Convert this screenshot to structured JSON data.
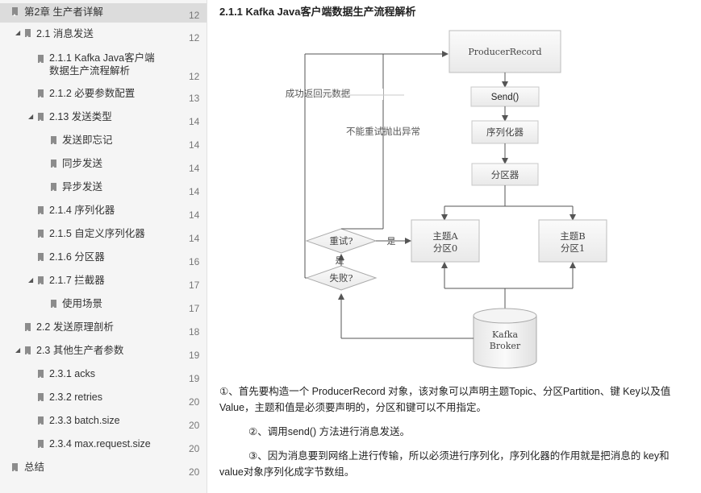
{
  "toc": {
    "items": [
      {
        "label": "第2章 生产者详解",
        "page": "12"
      },
      {
        "label": "2.1 消息发送",
        "page": "12"
      },
      {
        "label": "2.1.1 Kafka Java客户端",
        "label2": "数据生产流程解析",
        "page": "12"
      },
      {
        "label": "2.1.2 必要参数配置",
        "page": "13"
      },
      {
        "label": "2.13 发送类型",
        "page": "14"
      },
      {
        "label": "发送即忘记",
        "page": "14"
      },
      {
        "label": "同步发送",
        "page": "14"
      },
      {
        "label": "异步发送",
        "page": "14"
      },
      {
        "label": "2.1.4 序列化器",
        "page": "14"
      },
      {
        "label": "2.1.5 自定义序列化器",
        "page": "14"
      },
      {
        "label": "2.1.6 分区器",
        "page": "16"
      },
      {
        "label": "2.1.7 拦截器",
        "page": "17"
      },
      {
        "label": "使用场景",
        "page": "17"
      },
      {
        "label": "2.2 发送原理剖析",
        "page": "18"
      },
      {
        "label": "2.3 其他生产者参数",
        "page": "19"
      },
      {
        "label": "2.3.1 acks",
        "page": "19"
      },
      {
        "label": "2.3.2 retries",
        "page": "20"
      },
      {
        "label": "2.3.3 batch.size",
        "page": "20"
      },
      {
        "label": "2.3.4 max.request.size",
        "page": "20"
      },
      {
        "label": "总结",
        "page": "20"
      }
    ]
  },
  "main": {
    "heading": "2.1.1 Kafka Java客户端数据生产流程解析",
    "diagram": {
      "producer_record": "ProducerRecord",
      "send": "Send()",
      "serializer": "序列化器",
      "partitioner": "分区器",
      "topic_a_line1": "主题A",
      "topic_a_line2": "分区0",
      "topic_b_line1": "主题B",
      "topic_b_line2": "分区1",
      "retry": "重试?",
      "yes1": "是",
      "yes2": "是",
      "fail": "失败?",
      "broker_line1": "Kafka",
      "broker_line2": "Broker",
      "success_label": "成功返回元数据",
      "no_retry_label": "不能重试抛出异常"
    },
    "paragraphs": [
      "①、首先要构造一个 ProducerRecord 对象，该对象可以声明主题Topic、分区Partition、键 Key以及值 Value，主题和值是必须要声明的，分区和键可以不用指定。",
      "②、调用send() 方法进行消息发送。",
      "③、因为消息要到网络上进行传输，所以必须进行序列化，序列化器的作用就是把消息的 key和value对象序列化成字节数组。"
    ]
  }
}
